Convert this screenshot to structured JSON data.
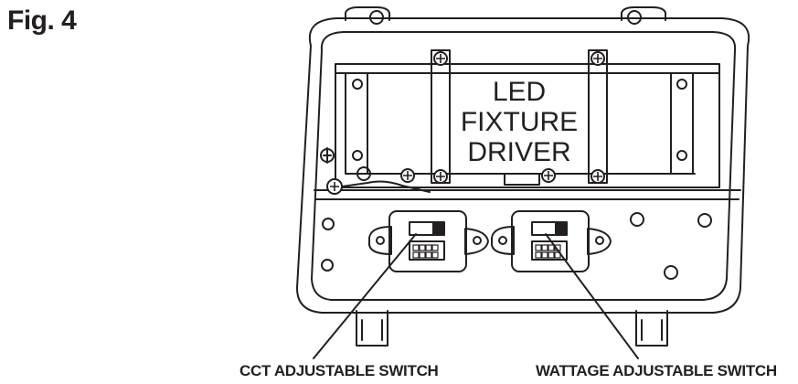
{
  "figure_label": "Fig. 4",
  "driver_label": {
    "lines": [
      "LED",
      "FIXTURE",
      "DRIVER"
    ]
  },
  "callouts": {
    "cct": "CCT ADJUSTABLE SWITCH",
    "wattage": "WATTAGE ADJUSTABLE SWITCH"
  },
  "colors": {
    "line": "#231f20",
    "background": "#ffffff"
  }
}
